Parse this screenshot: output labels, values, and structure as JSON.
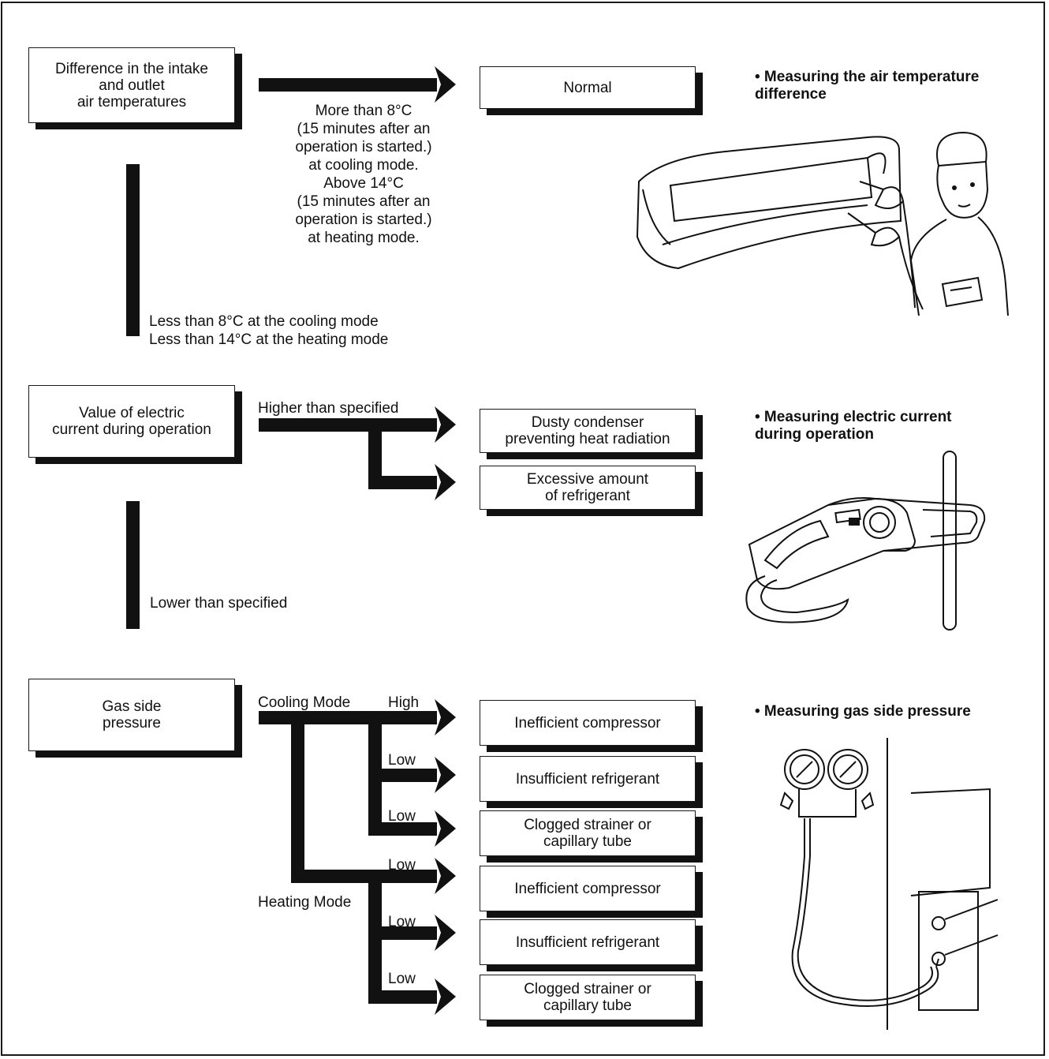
{
  "section1": {
    "start_box": "Difference in the intake\nand outlet\nair temperatures",
    "condition_text": "More than 8°C\n(15 minutes after an\noperation is started.)\nat cooling mode.\nAbove 14°C\n(15 minutes after an\noperation is started.)\nat heating mode.",
    "result_box": "Normal",
    "else_text": "Less than 8°C at the cooling mode\nLess than 14°C at the heating mode",
    "illustration_title": "• Measuring the air temperature\n  difference"
  },
  "section2": {
    "start_box": "Value of electric\ncurrent during operation",
    "higher_label": "Higher than specified",
    "result1": "Dusty condenser\npreventing heat radiation",
    "result2": "Excessive amount\nof refrigerant",
    "lower_label": "Lower than specified",
    "illustration_title": "• Measuring electric current\n  during operation"
  },
  "section3": {
    "start_box": "Gas side\npressure",
    "cooling_label": "Cooling Mode",
    "heating_label": "Heating Mode",
    "branch_labels": [
      "High",
      "Low",
      "Low",
      "Low",
      "Low",
      "Low"
    ],
    "results": [
      "Inefficient compressor",
      "Insufficient refrigerant",
      "Clogged strainer or\ncapillary tube",
      "Inefficient compressor",
      "Insufficient refrigerant",
      "Clogged strainer or\ncapillary tube"
    ],
    "illustration_title": "• Measuring gas side pressure"
  }
}
